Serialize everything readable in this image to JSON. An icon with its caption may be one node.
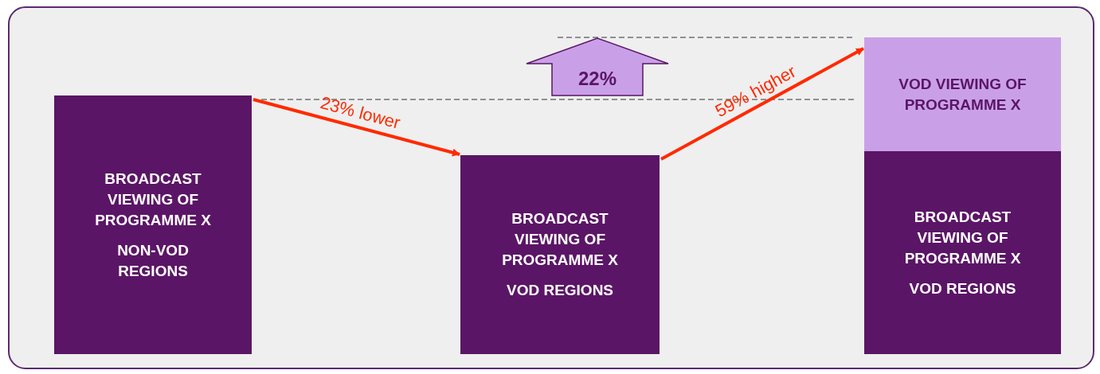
{
  "diagram": {
    "nodes": [
      {
        "text": [
          "BROADCAST VIEWING OF PROGRAMME X",
          "NON-VOD REGIONS"
        ]
      },
      {
        "text": [
          "BROADCAST VIEWING OF PROGRAMME X",
          "VOD REGIONS"
        ]
      },
      {
        "text": [
          "VOD VIEWING OF PROGRAMME X"
        ]
      },
      {
        "text": [
          "BROADCAST VIEWING OF PROGRAMME X",
          "VOD REGIONS"
        ]
      },
      {
        "text": [
          "22%"
        ]
      }
    ],
    "edges": [
      {
        "from": 0,
        "to": 1,
        "arrow": "to",
        "label": "23% lower"
      },
      {
        "from": 1,
        "to": 2,
        "arrow": "to",
        "label": "59% higher"
      }
    ]
  }
}
